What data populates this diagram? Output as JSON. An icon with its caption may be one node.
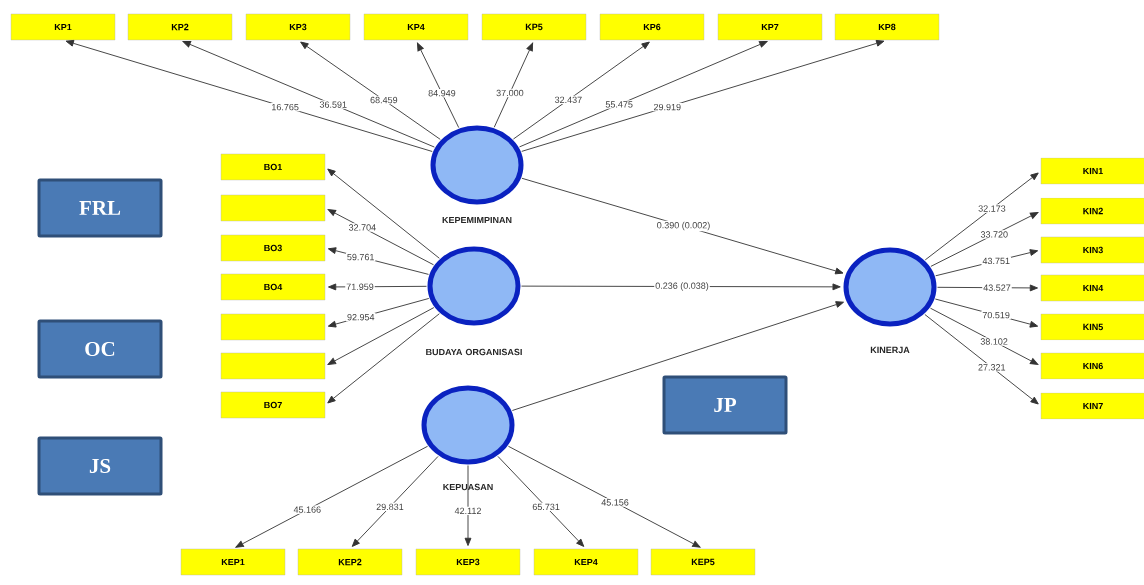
{
  "diagram": {
    "nodes": [
      {
        "text": [
          "KEPEMIMPINAN"
        ]
      },
      {
        "text": [
          "BUDAYA ORGANISASI"
        ]
      },
      {
        "text": [
          "KEPUASAN"
        ]
      },
      {
        "text": [
          "KINERJA"
        ]
      },
      {
        "text": [
          "KP1"
        ]
      },
      {
        "text": [
          "KP2"
        ]
      },
      {
        "text": [
          "KP3"
        ]
      },
      {
        "text": [
          "KP4"
        ]
      },
      {
        "text": [
          "KP5"
        ]
      },
      {
        "text": [
          "KP6"
        ]
      },
      {
        "text": [
          "KP7"
        ]
      },
      {
        "text": [
          "KP8"
        ]
      },
      {
        "text": [
          "BO1"
        ]
      },
      {
        "text": [],
        "shape": "box"
      },
      {
        "text": [
          "BO3"
        ]
      },
      {
        "text": [
          "BO4"
        ]
      },
      {
        "text": [],
        "shape": "box"
      },
      {
        "text": [],
        "shape": "box"
      },
      {
        "text": [
          "BO7"
        ]
      },
      {
        "text": [
          "KIN1"
        ]
      },
      {
        "text": [
          "KIN2"
        ]
      },
      {
        "text": [
          "KIN3"
        ]
      },
      {
        "text": [
          "KIN4"
        ]
      },
      {
        "text": [
          "KIN5"
        ]
      },
      {
        "text": [
          "KIN6"
        ]
      },
      {
        "text": [
          "KIN7"
        ]
      },
      {
        "text": [
          "KEP1"
        ]
      },
      {
        "text": [
          "KEP2"
        ]
      },
      {
        "text": [
          "KEP3"
        ]
      },
      {
        "text": [
          "KEP4"
        ]
      },
      {
        "text": [
          "KEP5"
        ]
      },
      {
        "text": [
          "FRL"
        ]
      },
      {
        "text": [
          "OC"
        ]
      },
      {
        "text": [
          "JP"
        ]
      },
      {
        "text": [
          "JS"
        ]
      }
    ],
    "edges": [
      {
        "from": 0,
        "to": 4,
        "arrow": "to",
        "label": "16.765"
      },
      {
        "from": 0,
        "to": 5,
        "arrow": "to",
        "label": "36.591"
      },
      {
        "from": 0,
        "to": 6,
        "arrow": "to",
        "label": "68.459"
      },
      {
        "from": 0,
        "to": 7,
        "arrow": "to",
        "label": "84.949"
      },
      {
        "from": 0,
        "to": 8,
        "arrow": "to",
        "label": "37.000"
      },
      {
        "from": 0,
        "to": 9,
        "arrow": "to",
        "label": "32.437"
      },
      {
        "from": 0,
        "to": 10,
        "arrow": "to",
        "label": "55.475"
      },
      {
        "from": 0,
        "to": 11,
        "arrow": "to",
        "label": "29.919"
      },
      {
        "from": 1,
        "to": 12,
        "arrow": "to"
      },
      {
        "from": 1,
        "to": 13,
        "arrow": "to",
        "label": "32.704"
      },
      {
        "from": 1,
        "to": 14,
        "arrow": "to",
        "label": "59.761"
      },
      {
        "from": 1,
        "to": 15,
        "arrow": "to",
        "label": "71.959"
      },
      {
        "from": 1,
        "to": 16,
        "arrow": "to",
        "label": "92.954"
      },
      {
        "from": 1,
        "to": 17,
        "arrow": "to"
      },
      {
        "from": 1,
        "to": 18,
        "arrow": "to"
      },
      {
        "from": 3,
        "to": 19,
        "arrow": "to",
        "label": "32.173"
      },
      {
        "from": 3,
        "to": 20,
        "arrow": "to",
        "label": "33.720"
      },
      {
        "from": 3,
        "to": 21,
        "arrow": "to",
        "label": "43.751"
      },
      {
        "from": 3,
        "to": 22,
        "arrow": "to",
        "label": "43.527"
      },
      {
        "from": 3,
        "to": 23,
        "arrow": "to",
        "label": "70.519"
      },
      {
        "from": 3,
        "to": 24,
        "arrow": "to",
        "label": "38.102"
      },
      {
        "from": 3,
        "to": 25,
        "arrow": "to",
        "label": "27.321"
      },
      {
        "from": 2,
        "to": 26,
        "arrow": "to",
        "label": "45.166"
      },
      {
        "from": 2,
        "to": 27,
        "arrow": "to",
        "label": "29.831"
      },
      {
        "from": 2,
        "to": 28,
        "arrow": "to",
        "label": "42.112"
      },
      {
        "from": 2,
        "to": 29,
        "arrow": "to",
        "label": "65.731"
      },
      {
        "from": 2,
        "to": 30,
        "arrow": "to",
        "label": "45.156"
      },
      {
        "from": 0,
        "to": 3,
        "arrow": "to",
        "label": "0.390 (0.002)"
      },
      {
        "from": 1,
        "to": 3,
        "arrow": "to",
        "label": "0.236 (0.038)"
      },
      {
        "from": 2,
        "to": 3,
        "arrow": "to"
      }
    ]
  }
}
